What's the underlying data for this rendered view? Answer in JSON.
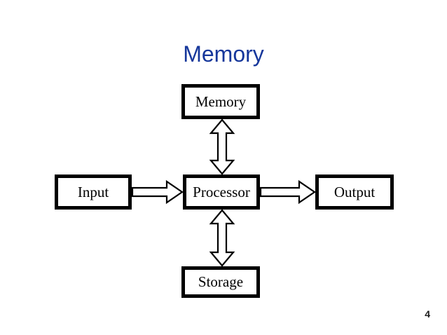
{
  "slide": {
    "title": "Memory",
    "title_color": "#16379b",
    "background_color": "#ffffff",
    "page_number": "4"
  },
  "diagram": {
    "nodes": [
      {
        "id": "memory",
        "label": "Memory",
        "position": "top"
      },
      {
        "id": "input",
        "label": "Input",
        "position": "left"
      },
      {
        "id": "processor",
        "label": "Processor",
        "position": "center"
      },
      {
        "id": "output",
        "label": "Output",
        "position": "right"
      },
      {
        "id": "storage",
        "label": "Storage",
        "position": "bottom"
      }
    ],
    "connectors": [
      {
        "id": "memory-processor",
        "from": "memory",
        "to": "processor",
        "direction": "bidirectional",
        "orientation": "vertical"
      },
      {
        "id": "processor-storage",
        "from": "processor",
        "to": "storage",
        "direction": "bidirectional",
        "orientation": "vertical"
      },
      {
        "id": "input-processor",
        "from": "input",
        "to": "processor",
        "direction": "forward",
        "orientation": "horizontal"
      },
      {
        "id": "processor-output",
        "from": "processor",
        "to": "output",
        "direction": "forward",
        "orientation": "horizontal"
      }
    ],
    "box_border_color": "#000000",
    "box_fill_color": "#ffffff",
    "arrow_outline_color": "#000000",
    "arrow_fill_color": "#ffffff"
  }
}
